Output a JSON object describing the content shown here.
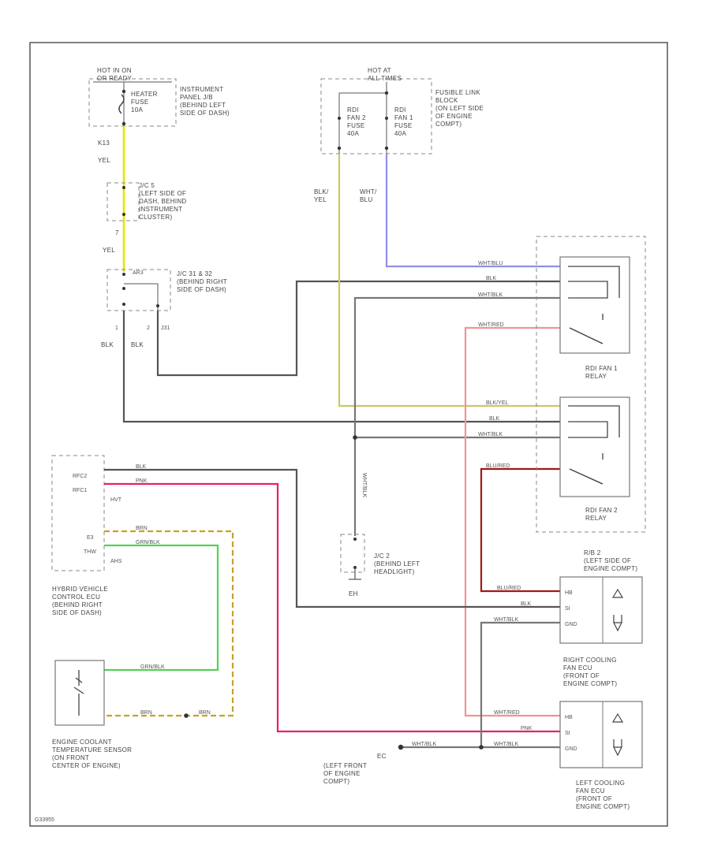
{
  "colors": {
    "BLK": "#555555",
    "YEL": "#e6e600",
    "WHT/BLU": "#8f8fe8",
    "WHT/RED": "#f09494",
    "PNK": "#e8206a",
    "BRN": "#c8a028",
    "GRN/BLK": "#55d055",
    "WHT/BLK": "#777777",
    "BLU/RED": "#a01818",
    "BLK/YEL": "#c9c966"
  },
  "labels": {
    "hot_run": "HOT IN ON\nOR READY",
    "heater_fuse": "HEATER\nFUSE\n10A",
    "instr_panel": "INSTRUMENT\nPANEL J/B\n(BEHIND LEFT\nSIDE OF DASH)",
    "hot_all": "HOT AT\nALL TIMES",
    "rdi_fan2_fuse": "RDI\nFAN 2\nFUSE\n40A",
    "rdi_fan1_fuse": "RDI\nFAN 1\nFUSE\n40A",
    "fusible_link": "FUSIBLE LINK\nBLOCK\n(ON LEFT SIDE\nOF ENGINE\nCOMPT)",
    "w_k13": "K13",
    "w_yel1": "YEL",
    "jc5": "J/C 5\n(LEFT SIDE OF\nDASH, BEHIND\nINSTRUMENT\nCLUSTER)",
    "w_7": "7",
    "w_yel2": "YEL",
    "jc31": "J/C 31 & 32\n(BEHIND RIGHT\nSIDE OF DASH)",
    "w_ar3": "AR3",
    "w_1": "1",
    "w_2": "2",
    "w_j31": "J31",
    "w_blk1": "BLK",
    "w_blk2": "BLK",
    "w_blk_yel": "BLK/\nYEL",
    "w_wht_blu": "WHT/\nBLU",
    "r1_wht_blu": "WHT/BLU",
    "r1_blk": "BLK",
    "r1_wht_blk": "WHT/BLK",
    "r1_wht_red": "WHT/RED",
    "rdi_fan1_relay": "RDI FAN 1\nRELAY",
    "r2_blk_yel": "BLK/YEL",
    "r2_blk": "BLK",
    "r2_wht_blk": "WHT/BLK",
    "r2_blu_red": "BLU/RED",
    "rdi_fan2_relay": "RDI FAN 2\nRELAY",
    "hv_rfc2": "RFC2",
    "hv_rfc1": "RFC1",
    "hv_hvt": "HVT",
    "hv_e3": "E3",
    "hv_thw": "THW",
    "hv_ahs": "AHS",
    "hv_blk": "BLK",
    "hv_pnk": "PNK",
    "hv_brn": "BRN",
    "hv_grn_blk": "GRN/BLK",
    "hv_ecu": "HYBRID VEHICLE\nCONTROL ECU\n(BEHIND RIGHT\nSIDE OF DASH)",
    "w_wht_blk_vert": "WHT/BLK",
    "jc2": "J/C 2\n(BEHIND LEFT\nHEADLIGHT)",
    "eh": "EH",
    "rb2": "R/B 2\n(LEFT SIDE OF\nENGINE COMPT)",
    "rf_blu_red": "BLU/RED",
    "rf_blk": "BLK",
    "rf_wht_blk": "WHT/BLK",
    "rf_hb": "HB",
    "rf_si": "SI",
    "rf_gnd": "GND",
    "right_fan": "RIGHT COOLING\nFAN ECU\n(FRONT OF\nENGINE COMPT)",
    "ects_grn_blk": "GRN/BLK",
    "ects_brn1": "BRN",
    "ects_brn2": "BRN",
    "ects": "ENGINE COOLANT\nTEMPERATURE SENSOR\n(ON FRONT\nCENTER OF ENGINE)",
    "lf_wht_red": "WHT/RED",
    "lf_pnk": "PNK",
    "lf_wht_blk": "WHT/BLK",
    "lf_hb": "HB",
    "lf_si": "SI",
    "lf_gnd": "GND",
    "ec": "EC",
    "ec_wht_blk": "WHT/BLK",
    "ec_loc": "(LEFT FRONT\nOF ENGINE\nCOMPT)",
    "left_fan": "LEFT COOLING\nFAN ECU\n(FRONT OF\nENGINE COMPT)",
    "code": "G33955"
  }
}
